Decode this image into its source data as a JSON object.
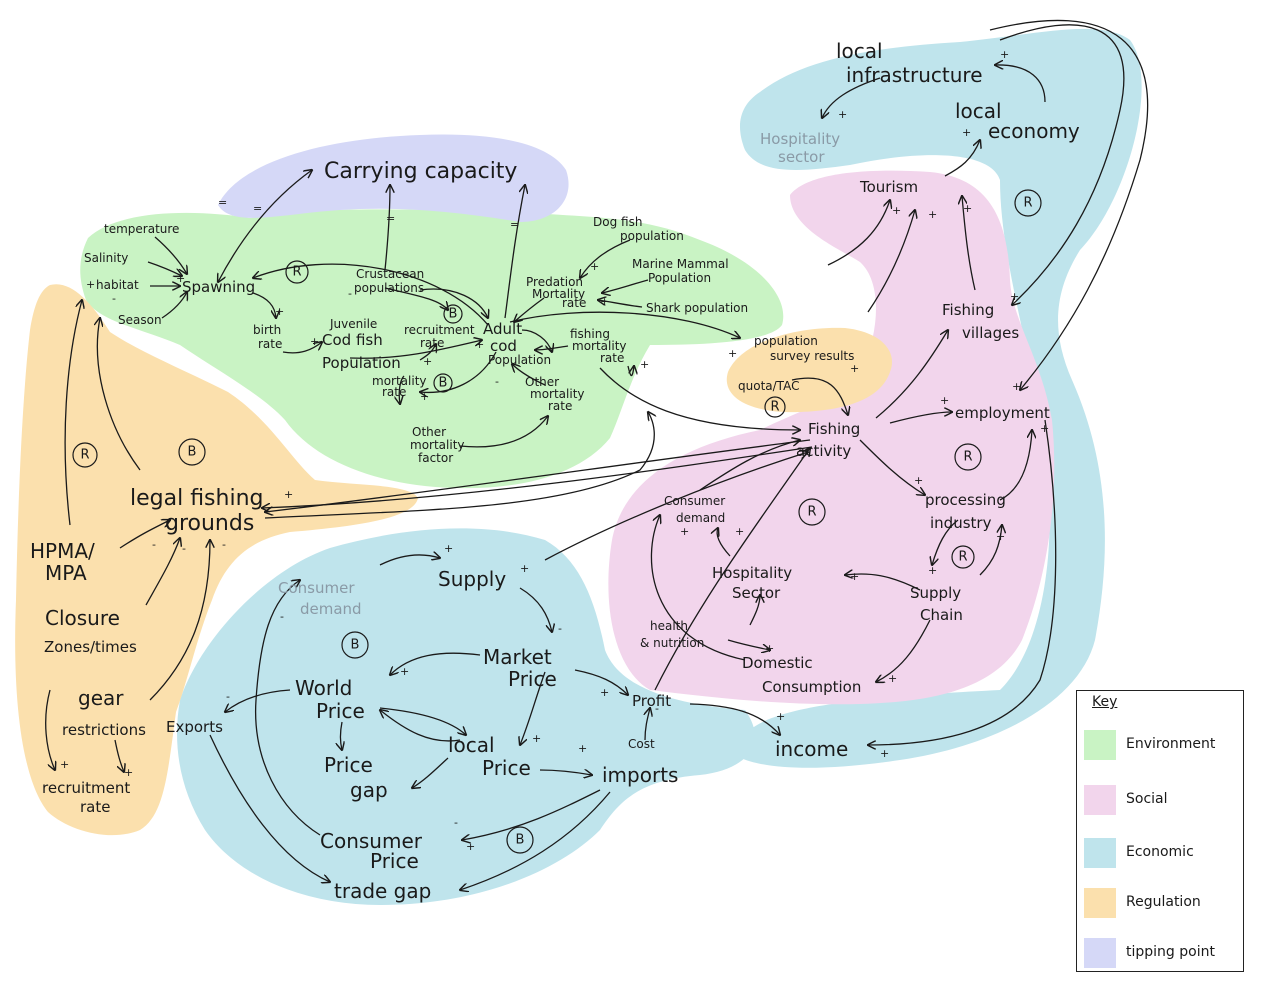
{
  "colors": {
    "environment": "#c9f3c4",
    "social": "#f2d5ec",
    "economic": "#bfe4ec",
    "regulation": "#fbe0ad",
    "tipping_point": "#d5d8f7"
  },
  "nodes": {
    "carrying_capacity": "Carrying capacity",
    "temperature": "temperature",
    "salinity": "Salinity",
    "habitat": "habitat",
    "season": "Season",
    "spawning": "Spawning",
    "birth_rate_1": "birth",
    "birth_rate_2": "rate",
    "crustacean_1": "Crustacean",
    "crustacean_2": "populations",
    "juvenile_1": "Juvenile",
    "juvenile_2": "Cod fish",
    "juvenile_3": "Population",
    "recruitment_1": "recruitment",
    "recruitment_2": "rate",
    "adult_1": "Adult",
    "adult_2": "cod",
    "adult_3": "Population",
    "mortality_1": "mortality",
    "mortality_2": "rate",
    "other_mortality_factor_1": "Other",
    "other_mortality_factor_2": "mortality",
    "other_mortality_factor_3": "factor",
    "other_mortality_rate_1": "Other",
    "other_mortality_rate_2": "mortality",
    "other_mortality_rate_3": "rate",
    "dogfish_1": "Dog fish",
    "dogfish_2": "population",
    "predation_1": "Predation",
    "predation_2": "Mortality",
    "predation_3": "rate",
    "marine_mammal_1": "Marine Mammal",
    "marine_mammal_2": "Population",
    "shark": "Shark population",
    "fishing_mortality_1": "fishing",
    "fishing_mortality_2": "mortality",
    "fishing_mortality_3": "rate",
    "population_survey_1": "population",
    "population_survey_2": "survey results",
    "quota": "quota/TAC",
    "fishing_activity_1": "Fishing",
    "fishing_activity_2": "activity",
    "local_infrastructure_1": "local",
    "local_infrastructure_2": "infrastructure",
    "hospitality_top_1": "Hospitality",
    "hospitality_top_2": "sector",
    "local_economy_1": "local",
    "local_economy_2": "economy",
    "tourism": "Tourism",
    "fishing_villages_1": "Fishing",
    "fishing_villages_2": "villages",
    "employment": "employment",
    "processing_1": "processing",
    "processing_2": "industry",
    "consumer_demand_social_1": "Consumer",
    "consumer_demand_social_2": "demand",
    "hospitality_social_1": "Hospitality",
    "hospitality_social_2": "Sector",
    "supply_chain_1": "Supply",
    "supply_chain_2": "Chain",
    "health_1": "health",
    "health_2": "& nutrition",
    "domestic_1": "Domestic",
    "domestic_2": "Consumption",
    "legal_1": "legal fishing",
    "legal_2": "grounds",
    "hpma_1": "HPMA/",
    "hpma_2": "MPA",
    "closure_1": "Closure",
    "closure_2": "Zones/times",
    "gear_1": "gear",
    "gear_2": "restrictions",
    "recruitment_reg_1": "recruitment",
    "recruitment_reg_2": "rate",
    "consumer_demand_econ_1": "Consumer",
    "consumer_demand_econ_2": "demand",
    "supply": "Supply",
    "market_price_1": "Market",
    "market_price_2": "Price",
    "world_price_1": "World",
    "world_price_2": "Price",
    "exports": "Exports",
    "price_gap_1": "Price",
    "price_gap_2": "gap",
    "local_price_1": "local",
    "local_price_2": "Price",
    "profit": "Profit",
    "cost": "Cost",
    "imports": "imports",
    "income": "income",
    "consumer_price_1": "Consumer",
    "consumer_price_2": "Price",
    "trade_gap": "trade gap"
  },
  "loops": {
    "R": "R",
    "B": "B"
  },
  "link_signs": {
    "plus": "+",
    "minus": "-",
    "delay": "="
  },
  "key": {
    "title": "Key",
    "environment": "Environment",
    "social": "Social",
    "economic": "Economic",
    "regulation": "Regulation",
    "tipping_point": "tipping point"
  }
}
